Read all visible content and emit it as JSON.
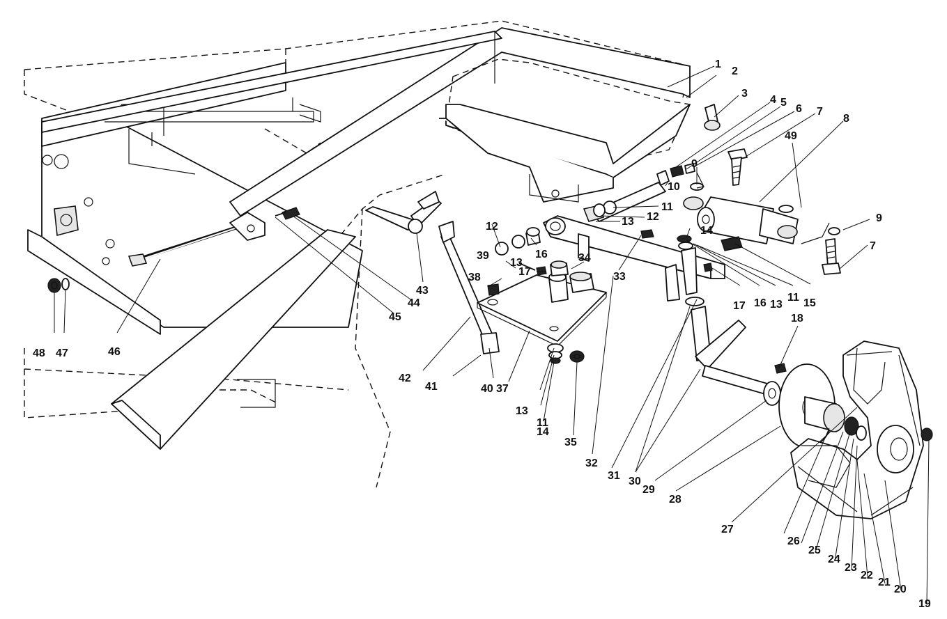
{
  "callouts": [
    {
      "id": "c1",
      "text": "1"
    },
    {
      "id": "c2",
      "text": "2"
    },
    {
      "id": "c3",
      "text": "3"
    },
    {
      "id": "c4",
      "text": "4"
    },
    {
      "id": "c5",
      "text": "5"
    },
    {
      "id": "c6",
      "text": "6"
    },
    {
      "id": "c7a",
      "text": "7"
    },
    {
      "id": "c7b",
      "text": "7"
    },
    {
      "id": "c8",
      "text": "8"
    },
    {
      "id": "c9a",
      "text": "9"
    },
    {
      "id": "c9b",
      "text": "9"
    },
    {
      "id": "c10",
      "text": "10"
    },
    {
      "id": "c11a",
      "text": "11"
    },
    {
      "id": "c11b",
      "text": "11"
    },
    {
      "id": "c11c",
      "text": "11"
    },
    {
      "id": "c12a",
      "text": "12"
    },
    {
      "id": "c12b",
      "text": "12"
    },
    {
      "id": "c13a",
      "text": "13"
    },
    {
      "id": "c13b",
      "text": "13"
    },
    {
      "id": "c13c",
      "text": "13"
    },
    {
      "id": "c13d",
      "text": "13"
    },
    {
      "id": "c14a",
      "text": "14"
    },
    {
      "id": "c14b",
      "text": "14"
    },
    {
      "id": "c15",
      "text": "15"
    },
    {
      "id": "c16a",
      "text": "16"
    },
    {
      "id": "c16b",
      "text": "16"
    },
    {
      "id": "c17a",
      "text": "17"
    },
    {
      "id": "c17b",
      "text": "17"
    },
    {
      "id": "c18",
      "text": "18"
    },
    {
      "id": "c19",
      "text": "19"
    },
    {
      "id": "c20",
      "text": "20"
    },
    {
      "id": "c21",
      "text": "21"
    },
    {
      "id": "c22",
      "text": "22"
    },
    {
      "id": "c23",
      "text": "23"
    },
    {
      "id": "c24",
      "text": "24"
    },
    {
      "id": "c25",
      "text": "25"
    },
    {
      "id": "c26",
      "text": "26"
    },
    {
      "id": "c27",
      "text": "27"
    },
    {
      "id": "c28",
      "text": "28"
    },
    {
      "id": "c29",
      "text": "29"
    },
    {
      "id": "c30",
      "text": "30"
    },
    {
      "id": "c31",
      "text": "31"
    },
    {
      "id": "c32",
      "text": "32"
    },
    {
      "id": "c33",
      "text": "33"
    },
    {
      "id": "c34",
      "text": "34"
    },
    {
      "id": "c35",
      "text": "35"
    },
    {
      "id": "c37",
      "text": "37"
    },
    {
      "id": "c38",
      "text": "38"
    },
    {
      "id": "c39",
      "text": "39"
    },
    {
      "id": "c40",
      "text": "40"
    },
    {
      "id": "c41",
      "text": "41"
    },
    {
      "id": "c42",
      "text": "42"
    },
    {
      "id": "c43",
      "text": "43"
    },
    {
      "id": "c44",
      "text": "44"
    },
    {
      "id": "c45",
      "text": "45"
    },
    {
      "id": "c46",
      "text": "46"
    },
    {
      "id": "c47",
      "text": "47"
    },
    {
      "id": "c48",
      "text": "48"
    },
    {
      "id": "c49",
      "text": "49"
    }
  ]
}
